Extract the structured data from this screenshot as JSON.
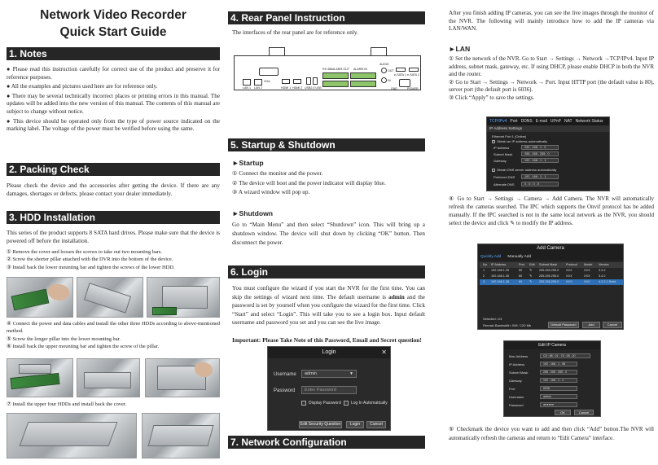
{
  "col1": {
    "title_line1": "Network Video Recorder",
    "title_line2": "Quick Start Guide",
    "notes": {
      "heading": "1. Notes",
      "items": [
        "● Please read this instruction carefully for correct use of the product and preserve it for reference purposes.",
        "● All the examples and pictures used here are for reference only.",
        "● There may be several technically incorrect places or printing errors in this manual. The updates will be added into the new version of this manual. The contents of this manual are subject to change without notice.",
        "● This device should be operated only from the type of power source indicated on the marking label. The voltage of the power must be verified before using the same."
      ]
    },
    "packing": {
      "heading": "2. Packing Check",
      "text": "Please check the device and the accessories after getting the device. If there are any damages, shortages or defects, please contact your dealer immediately."
    },
    "hdd": {
      "heading": "3. HDD Installation",
      "intro": "This series of the product supports 8 SATA hard drives. Please make sure that the device is powered off before the installation.",
      "steps_a": [
        "① Remove the cover and loosen the screws to take out two mounting bars.",
        "② Screw the shorter pillar attached with the DVR into the bottom of the device.",
        "③ Install back the lower mounting bar and tighten the screws of the lower HDD."
      ],
      "steps_b": [
        "④ Connect the power and data cables and install the other three HDDs according to above-mentioned method.",
        "⑤ Screw the longer pillar into the lower mounting bar.",
        "⑥ Install back the upper mounting bar and tighten the screw of the pillar."
      ],
      "steps_c": [
        "⑦ Install the upper four HDDs and install back the cover."
      ]
    }
  },
  "col2": {
    "rear": {
      "heading": "4. Rear Panel Instruction",
      "text": "The interfaces of the rear panel are for reference only.",
      "labels": {
        "vga": "VGA",
        "lan1": "LAN 1",
        "lan2": "LAN 2",
        "hdmi1": "HDMI 1",
        "hdmi2": "HDMI 2",
        "usb": "USB2.0 USB",
        "rs485": "RS 485",
        "alarm_out": "ALARM OUT",
        "alarm_in": "ALARM IN",
        "audio": "AUDIO",
        "audio_out": "OUT",
        "audio_in": "IN",
        "esata1": "e-SATA 1",
        "esata2": "e-SATA 2",
        "gnd": "GND",
        "power": "POWER"
      }
    },
    "startup": {
      "heading": "5. Startup & Shutdown",
      "startup_title": "►Startup",
      "startup_steps": [
        "① Connect the monitor and the power.",
        "② The device will boot and the power indicator will display blue.",
        "③ A wizard window will pop up."
      ],
      "shutdown_title": "►Shutdown",
      "shutdown_text": "Go to “Main Menu” and then select “Shutdown” icon. This will bring up a shutdown window. The device will shut down by clicking “OK” button. Then disconnect the power."
    },
    "login": {
      "heading": "6. Login",
      "text_part1": "You must configure the wizard if you start the NVR for the first time. You can skip the settings of wizard next time. The default username is ",
      "text_bold": "admin",
      "text_part2": " and the password is set by yourself when you configure the wizard for the first time. Click “Start” and select “Login”. This will take you to see a login box. Input default username and password you set and you can see the live image.",
      "important": "Important: Please Take Note of this Password, Email and Secret question!",
      "dialog": {
        "title": "Login",
        "username_label": "Username",
        "username_value": "admin",
        "password_label": "Password",
        "password_placeholder": "Enter Password",
        "display_password": "Display Password",
        "log_in_auto": "Log In Automatically",
        "edit_question": "Edit Security Question",
        "login_btn": "Login",
        "cancel_btn": "Cancel"
      }
    },
    "network_heading": "7. Network Configuration"
  },
  "col3": {
    "intro": "After you finish adding IP cameras, you can see the live images through the monitor of the NVR. The following will mainly introduce how to add the IP cameras via LAN/WAN.",
    "lan_title": "►LAN",
    "lan_steps": [
      "① Set the network of the NVR. Go to Start → Settings → Network →TCP/IPv4. Input IP address, subnet mask, gateway, etc. If using DHCP, please enable DHCP in both the NVR and the router.",
      "② Go to Start → Settings → Network → Port. Input HTTP port (the default value is 80), server port (the default port is 6036).",
      "③ Click “Apply” to save the settings."
    ],
    "tcp_dialog": {
      "tabs": [
        "TCP/IPv4",
        "Port",
        "DDNS",
        "E-mail",
        "UPnP",
        "NAT",
        "Network Status"
      ],
      "header": "IP Address Settings",
      "port_label": "Ethernet Port 1 (Online)",
      "obtain_label": "Obtain an IP address automatically",
      "fields": [
        {
          "label": "IP Address",
          "value": "192 . 168 .   1   .   2"
        },
        {
          "label": "Subnet Mask",
          "value": "255 . 255 . 255 .  0"
        },
        {
          "label": "Gateway",
          "value": "192 . 168 .   1   .   1"
        }
      ],
      "dns_label": "Obtain DNS server address automatically",
      "dns_fields": [
        {
          "label": "Preferred DNS",
          "value": "192 . 168 .   1   .   1"
        },
        {
          "label": "Alternate DNS",
          "value": "  0  .   0   .   0   .  0"
        }
      ]
    },
    "step4": "④ Go to Start → Settings → Camera → Add Camera. The NVR will automatically refresh the cameras searched. The IPC which supports the Onvif protocol has be added manually. If the IPC searched is not in the same local network as the NVR, you should select the device and click ✎ to modify the IP address.",
    "add_dialog": {
      "title": "Add Camera",
      "tabs": [
        "Quickly Add",
        "Manually Add"
      ],
      "columns": [
        "No.",
        "IP Address",
        "Port",
        "Edit",
        "Subnet Mask",
        "Protocol",
        "Model",
        "Version"
      ],
      "rows": [
        [
          "1",
          "192.168.1.25",
          "80",
          "✎",
          "255.255.255.0",
          "XXX",
          "XXX",
          "3.4.2"
        ],
        [
          "2",
          "192.168.1.26",
          "80",
          "✎",
          "255.255.255.0",
          "XXX",
          "XXX",
          "3.4.2"
        ],
        [
          "3",
          "192.168.1.28",
          "80",
          "✎",
          "255.255.255.0",
          "XXX",
          "XXX",
          "4.3.2.1 Build"
        ]
      ],
      "selected": "Selected: 1/3",
      "bandwidth": "Remain Bandwidth: 0/M / 120 Mb",
      "default_pw": "Default Password",
      "add_btn": "Add",
      "cancel_btn": "Cancel"
    },
    "edit_dialog": {
      "title": "Edit IP Camera",
      "fields": [
        {
          "label": "Mac Address",
          "value": "C6 : 88 : 01 : 75 : 08 : 20"
        },
        {
          "label": "IP Address",
          "value": "192 . 168 .   1   .  98"
        },
        {
          "label": "Subnet Mask",
          "value": "255 . 255 . 255 .  0"
        },
        {
          "label": "Gateway",
          "value": "192 . 168 .   1   .   1"
        },
        {
          "label": "Port",
          "value": "6036"
        },
        {
          "label": "Username",
          "value": "admin"
        },
        {
          "label": "Password",
          "value": "●●●●●●"
        }
      ],
      "ok_btn": "OK",
      "cancel_btn": "Cancel"
    },
    "step5": "⑤ Checkmark the device you want to add and then click “Add” button.The NVR will automatically refresh the cameras and return to “Edit Camera” interface."
  }
}
